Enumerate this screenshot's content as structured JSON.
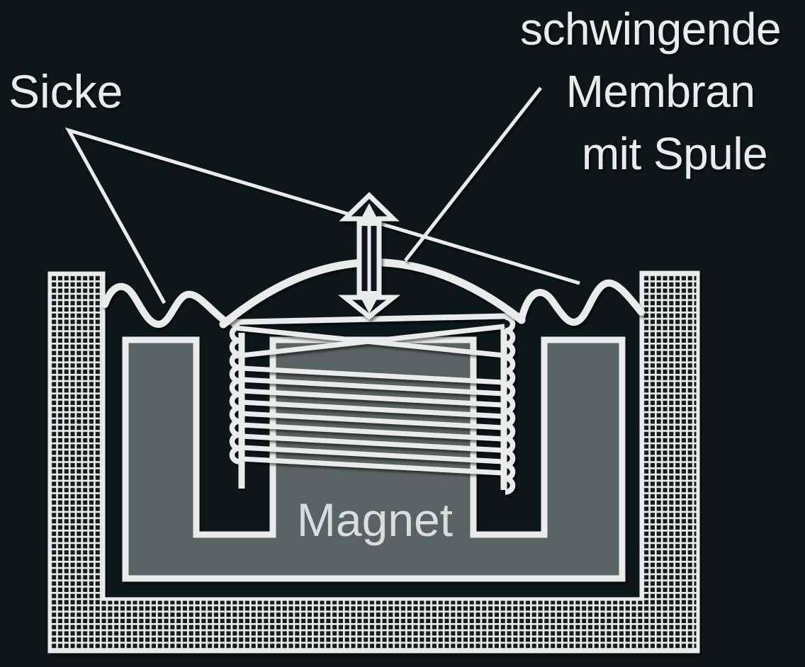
{
  "diagram": {
    "labels": {
      "sicke": "Sicke",
      "membrane_line1": "schwingende",
      "membrane_line2": "Membran",
      "membrane_line3": "mit Spule",
      "magnet": "Magnet"
    },
    "colors": {
      "background": "#0d171a",
      "hatch_cell": "#121c1f",
      "ink": "#e9eceb",
      "magnet_fill": "#5a6364",
      "magnet_text": "#dadddc"
    }
  }
}
